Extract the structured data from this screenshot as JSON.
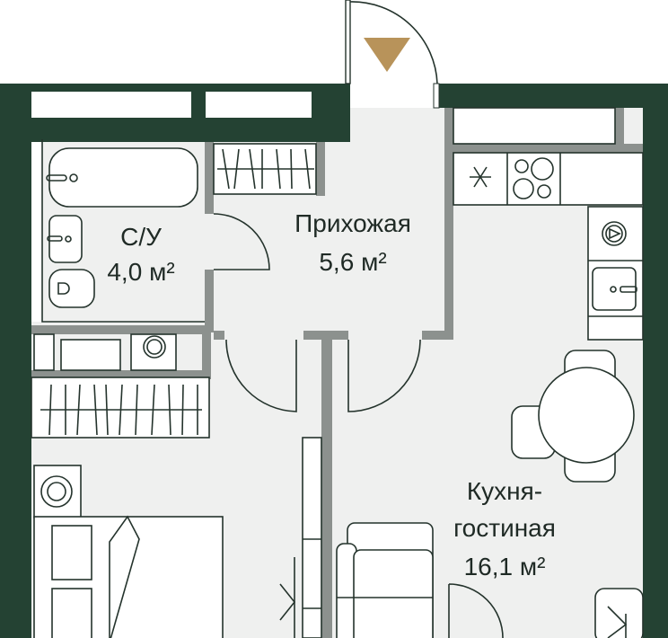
{
  "plan": {
    "rooms": [
      {
        "name": "С/У",
        "area": "4,0 м²"
      },
      {
        "name": "Прихожая",
        "area": "5,6 м²"
      },
      {
        "name_line1": "Кухня-",
        "name_line2": "гостиная",
        "area": "16,1 м²"
      }
    ],
    "colors": {
      "wall": "#244233",
      "partition": "#8c918e",
      "floor": "#eff0ef",
      "entrance_marker": "#b8935a"
    }
  }
}
